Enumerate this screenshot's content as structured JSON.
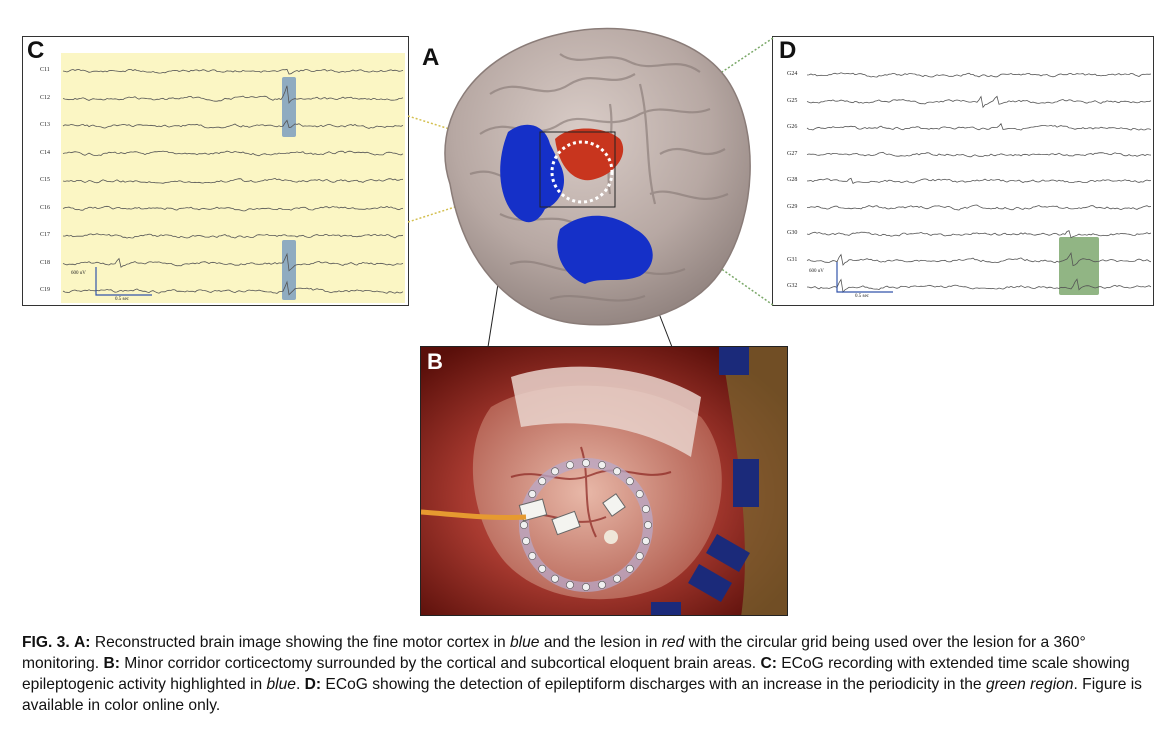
{
  "panel_c": {
    "letter": "C",
    "channels": [
      "C11",
      "C12",
      "C13",
      "C14",
      "C15",
      "C16",
      "C17",
      "C18",
      "C19"
    ],
    "scale_amplitude": "600 uV",
    "scale_time": "0.5 sec",
    "background_color": "#fbf6c4",
    "highlight_color": "#7b9ec0"
  },
  "panel_a": {
    "letter": "A",
    "motor_cortex_color": "#1530c8",
    "lesion_color": "#c8351e"
  },
  "panel_b": {
    "letter": "B"
  },
  "panel_d": {
    "letter": "D",
    "channels": [
      "G24",
      "G25",
      "G26",
      "G27",
      "G28",
      "G29",
      "G30",
      "G31",
      "G32"
    ],
    "scale_amplitude": "600 uV",
    "scale_time": "0.5 sec",
    "highlight_color": "#7ea86e"
  },
  "caption": {
    "fig_label": "FIG. 3.",
    "a_label": "A:",
    "a_text_1": " Reconstructed brain image showing the fine motor cortex in ",
    "a_blue": "blue",
    "a_text_2": " and the lesion in ",
    "a_red": "red",
    "a_text_3": " with the circular grid being used over the lesion for a 360° monitoring. ",
    "b_label": "B:",
    "b_text": " Minor corridor corticectomy surrounded by the cortical and subcortical eloquent brain areas. ",
    "c_label": "C:",
    "c_text_1": " ECoG recording with extended time scale showing epileptogenic activity highlighted in ",
    "c_blue": "blue",
    "c_text_2": ". ",
    "d_label": "D:",
    "d_text_1": " ECoG showing the detection of epileptiform discharges with an increase in the periodicity in the ",
    "d_green": "green region",
    "d_text_2": ". Figure is available in color online only."
  }
}
